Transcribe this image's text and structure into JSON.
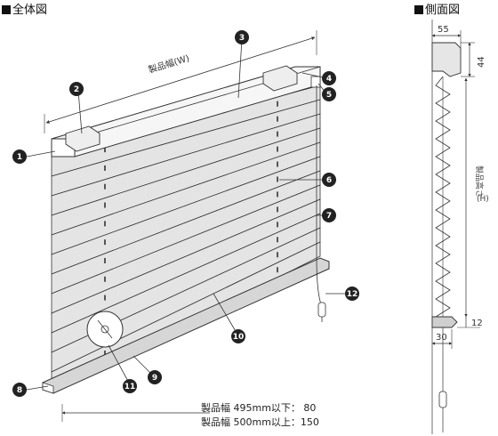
{
  "headers": {
    "overall": "全体図",
    "side": "側面図"
  },
  "overall": {
    "width_label": "製品幅(W)",
    "note_lines": [
      "製品幅 495mm以下：  80",
      "製品幅 500mm以上：150"
    ],
    "callouts": [
      "1",
      "2",
      "3",
      "4",
      "5",
      "6",
      "7",
      "8",
      "9",
      "10",
      "11",
      "12"
    ]
  },
  "side": {
    "dim_top": "55",
    "dim_head": "44",
    "height_label": "製品高さ",
    "height_sub": "(H)",
    "dim_bottom": "12",
    "dim_rail": "30"
  },
  "colors": {
    "line": "#333333",
    "slat_fill": "#e4e4e4",
    "callout": "#222222",
    "background": "#ffffff"
  }
}
